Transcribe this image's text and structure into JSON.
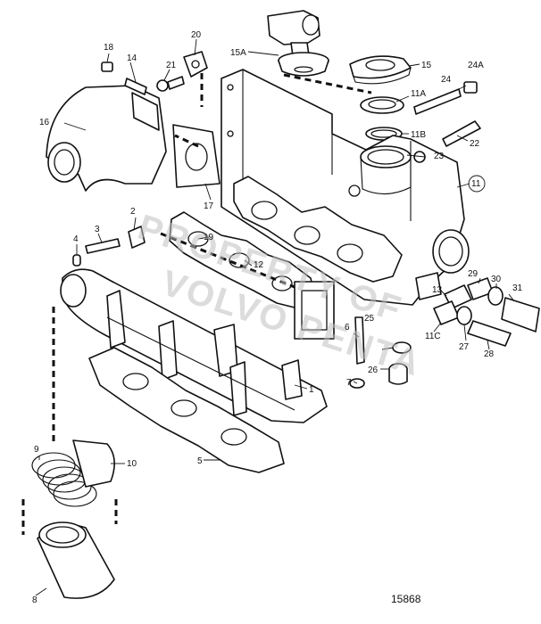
{
  "callouts": {
    "c1": "1",
    "c2": "2",
    "c3": "3",
    "c4": "4",
    "c5": "5",
    "c6": "6",
    "c7": "7",
    "c8": "8",
    "c9": "9",
    "c10": "10",
    "c11": "11",
    "c11a": "11A",
    "c11b": "11B",
    "c11c": "11C",
    "c12": "12",
    "c13": "13",
    "c14": "14",
    "c15": "15",
    "c15a": "15A",
    "c16": "16",
    "c17": "17",
    "c18": "18",
    "c19": "19",
    "c20": "20",
    "c21": "21",
    "c22": "22",
    "c23": "23",
    "c24": "24",
    "c24a": "24A",
    "c25": "25",
    "c26": "26",
    "c27": "27",
    "c28": "28",
    "c29": "29",
    "c30": "30",
    "c31": "31"
  },
  "drawing_number": "15868",
  "watermark": {
    "line1": "PROPERTY OF",
    "line2": "VOLVO PENTA"
  }
}
